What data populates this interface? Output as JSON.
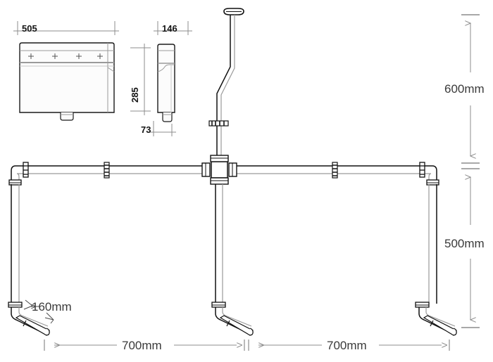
{
  "drawing": {
    "title": "Concealed cistern and urinal flushpipe installation drawing",
    "type": "technical-line-drawing",
    "background_color": "#ffffff",
    "line_color": "#1a1a1a",
    "dimension_line_color": "#8c8c8c",
    "dimension_text_color": "#3a3a3a",
    "small_dimension_text_color": "#141414"
  },
  "cistern_front_view": {
    "name": "cistern-front-elevation",
    "width_label": "505",
    "cross_mark_count": 4
  },
  "cistern_side_view": {
    "name": "cistern-side-elevation",
    "width_label": "146",
    "height_label": "285",
    "outlet_label": "73"
  },
  "dimensions": {
    "width_505": "505",
    "width_146": "146",
    "height_285": "285",
    "outlet_73": "73",
    "drop_160": "160mm",
    "vertical_600": "600mm",
    "vertical_500": "500mm",
    "span_left_700": "700mm",
    "span_right_700": "700mm"
  },
  "pipework": {
    "name": "urinal-flushpipe-assembly",
    "top_cap": "pipe-end-cap",
    "vertical_riser": "central-vertical-riser-pipe",
    "offset_bend": "riser-offset-dogleg-bend",
    "cross_fitting": "four-way-cross-junction",
    "horizontal_manifold": "horizontal-distribution-pipe",
    "left_elbow": "left-90-degree-elbow",
    "right_elbow": "right-90-degree-elbow",
    "bracket_count": 3,
    "drop_leg_count": 3,
    "spreader_outlets": [
      "left-angled-spreader-outlet",
      "centre-angled-spreader-outlet",
      "right-angled-spreader-outlet"
    ]
  }
}
